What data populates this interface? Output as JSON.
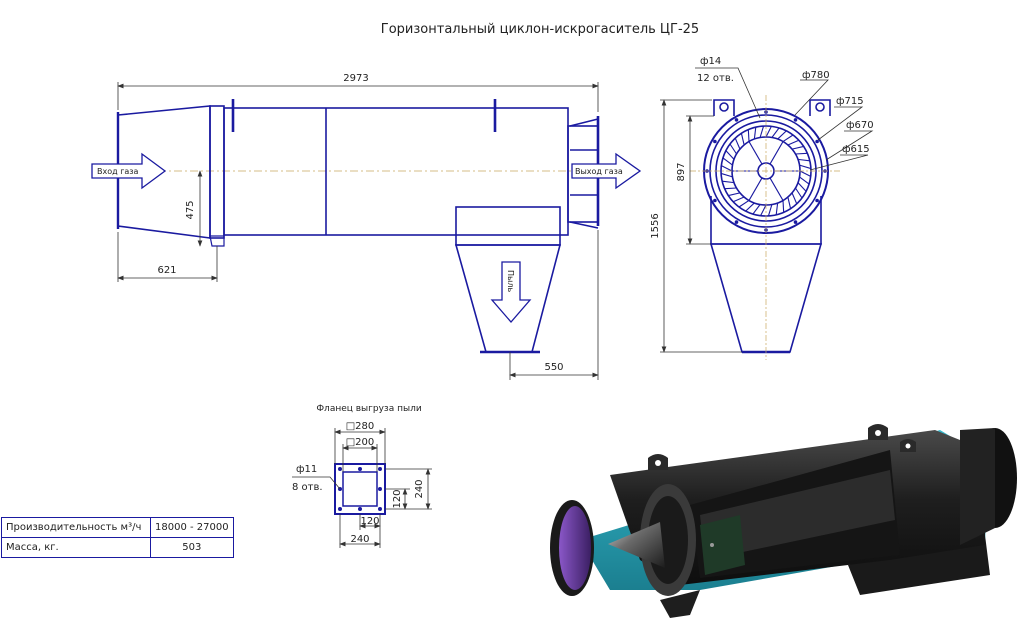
{
  "title": "Горизонтальный циклон-искрогаситель ЦГ-25",
  "side_view": {
    "dim_total_length": "2973",
    "dim_inlet_height": "475",
    "dim_inlet_length": "621",
    "dim_hopper_offset": "550",
    "label_gas_in": "Вход газа",
    "label_gas_out": "Выход газа",
    "label_dust": "Пыль"
  },
  "end_view": {
    "dim_bolt_hole": "ф14",
    "dim_bolt_count": "12 отв.",
    "dim_d780": "ф780",
    "dim_d715": "ф715",
    "dim_d670": "ф670",
    "dim_d615": "ф615",
    "dim_height_897": "897",
    "dim_height_1556": "1556"
  },
  "flange": {
    "title": "Фланец выгруза пыли",
    "dim_outer": "□280",
    "dim_inner": "□200",
    "dim_hole": "ф11",
    "dim_hole_count": "8 отв.",
    "dim_h120": "120",
    "dim_h240": "240",
    "dim_w120": "120",
    "dim_w240": "240"
  },
  "specs": {
    "productivity_label": "Производительность м³/ч",
    "productivity_value": "18000 - 27000",
    "mass_label": "Масса, кг.",
    "mass_value": "503"
  },
  "colors": {
    "outline": "#1a1aa0",
    "dimension": "#333333",
    "render_body": "#2b2b2b",
    "render_accent": "#2aa6b8",
    "render_inlet": "#6a3fa0"
  }
}
